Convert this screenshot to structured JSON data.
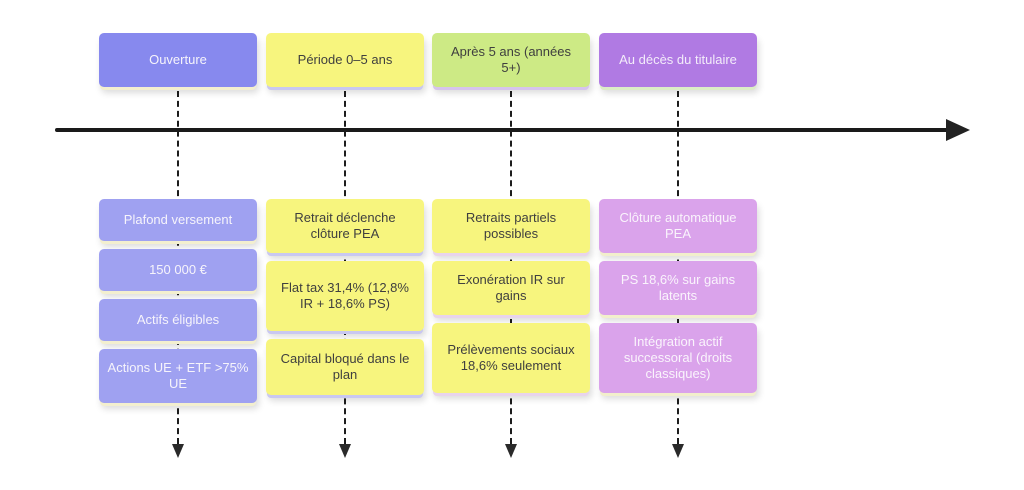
{
  "diagram": {
    "type": "timeline",
    "axis_direction": "right",
    "columns": [
      {
        "header": "Ouverture",
        "items": [
          "Plafond versement",
          "150 000 €",
          "Actifs éligibles",
          "Actions UE + ETF >75% UE"
        ]
      },
      {
        "header": "Période 0–5 ans",
        "items": [
          "Retrait déclenche clôture PEA",
          "Flat tax 31,4% (12,8% IR + 18,6% PS)",
          "Capital bloqué dans le plan"
        ]
      },
      {
        "header": "Après 5 ans (années 5+)",
        "items": [
          "Retraits partiels possibles",
          "Exonération IR sur gains",
          "Prélèvements sociaux 18,6% seulement"
        ]
      },
      {
        "header": "Au décès du titulaire",
        "items": [
          "Clôture automatique PEA",
          "PS 18,6% sur gains latents",
          "Intégration actif successoral (droits classiques)"
        ]
      }
    ],
    "palette": {
      "periwinkle_header": "#8789ee",
      "periwinkle_body": "#9fa1f1",
      "yellow": "#f7f57e",
      "green": "#cdea85",
      "purple_header": "#b07ae3",
      "purple_body": "#daa3eb",
      "axis_black": "#1a1a1a",
      "background": "#ffffff"
    }
  }
}
